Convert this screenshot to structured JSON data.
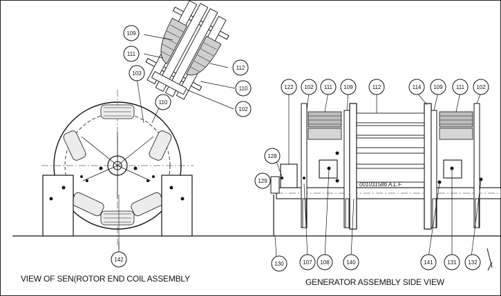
{
  "captions": {
    "left": "VIEW OF SEN(ROTOR END COIL ASSEMBLY",
    "right": "GENERATOR ASSEMBLY SIDE VIEW"
  },
  "serial": "001031586 A.L.F",
  "callouts": [
    {
      "id": "c109a",
      "label": "109"
    },
    {
      "id": "c111a",
      "label": "111"
    },
    {
      "id": "c112a",
      "label": "112"
    },
    {
      "id": "c110a",
      "label": "110"
    },
    {
      "id": "c102a",
      "label": "102"
    },
    {
      "id": "c103",
      "label": "103"
    },
    {
      "id": "c110b",
      "label": "110"
    },
    {
      "id": "c142",
      "label": "142"
    },
    {
      "id": "c122",
      "label": "122"
    },
    {
      "id": "c102b",
      "label": "102"
    },
    {
      "id": "c111b",
      "label": "111"
    },
    {
      "id": "c109b",
      "label": "109"
    },
    {
      "id": "c112b",
      "label": "112"
    },
    {
      "id": "c114",
      "label": "114"
    },
    {
      "id": "c109c",
      "label": "109"
    },
    {
      "id": "c111c",
      "label": "111"
    },
    {
      "id": "c102c",
      "label": "102"
    },
    {
      "id": "c128",
      "label": "128"
    },
    {
      "id": "c129",
      "label": "129"
    },
    {
      "id": "c130",
      "label": "130"
    },
    {
      "id": "c107",
      "label": "107"
    },
    {
      "id": "c108",
      "label": "108"
    },
    {
      "id": "c140",
      "label": "140"
    },
    {
      "id": "c141",
      "label": "141"
    },
    {
      "id": "c131",
      "label": "131"
    },
    {
      "id": "c132",
      "label": "132"
    }
  ]
}
